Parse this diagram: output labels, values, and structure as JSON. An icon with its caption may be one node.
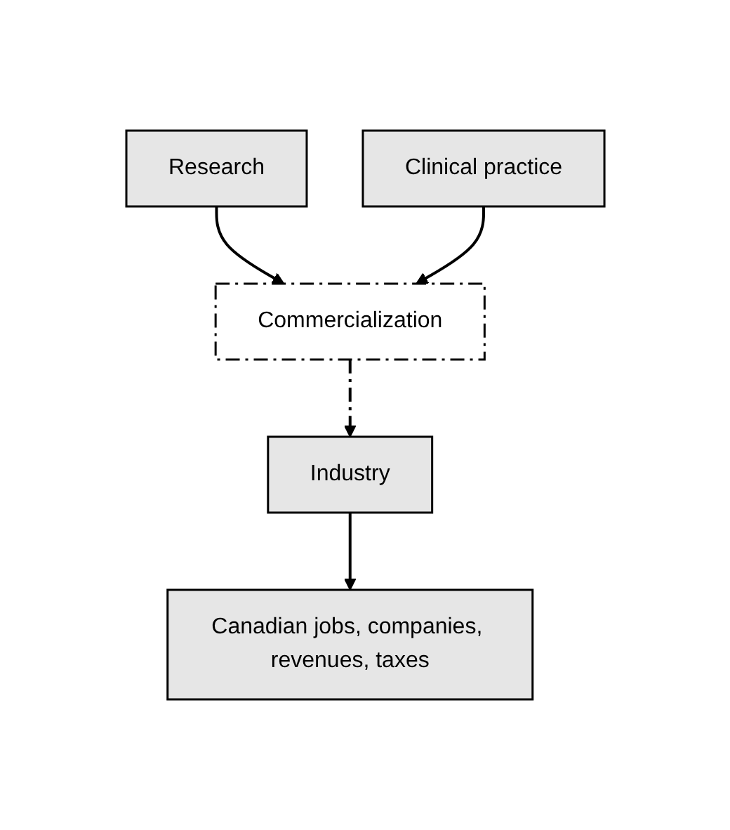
{
  "diagram": {
    "nodes": [
      {
        "text": [
          "Research"
        ]
      },
      {
        "text": [
          "Clinical practice"
        ]
      },
      {
        "text": [
          "Commercialization"
        ]
      },
      {
        "text": [
          "Industry"
        ]
      },
      {
        "text": [
          "Canadian jobs, companies, revenues, taxes"
        ]
      }
    ],
    "edges": [
      {
        "from": 0,
        "to": 2,
        "arrow": "to"
      },
      {
        "from": 1,
        "to": 2,
        "arrow": "to"
      },
      {
        "from": 2,
        "to": 3,
        "arrow": "to",
        "style": "dashed"
      },
      {
        "from": 3,
        "to": 4,
        "arrow": "to"
      }
    ]
  }
}
